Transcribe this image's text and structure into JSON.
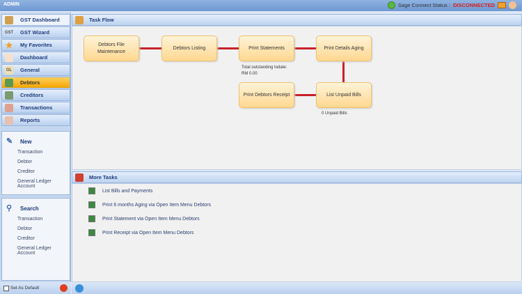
{
  "title": "ADMIN",
  "status": {
    "label": "Sage Connect Status :",
    "value": "DISCONNECTED"
  },
  "nav": [
    {
      "label": "GST Dashboard",
      "icon": "GST"
    },
    {
      "label": "GST Wizard",
      "icon": "GST"
    },
    {
      "label": "My Favorites"
    },
    {
      "label": "Dashboard"
    },
    {
      "label": "General",
      "icon": "GL"
    },
    {
      "label": "Debtors"
    },
    {
      "label": "Creditors"
    },
    {
      "label": "Transactions"
    },
    {
      "label": "Reports"
    }
  ],
  "new_panel": {
    "title": "New",
    "items": [
      "Transaction",
      "Debtor",
      "Creditor",
      "General Ledger Account"
    ]
  },
  "search_panel": {
    "title": "Search",
    "items": [
      "Transaction",
      "Debtor",
      "Creditor",
      "General Ledger Account"
    ]
  },
  "set_default": "Set As Default",
  "task_flow": {
    "title": "Task Flow",
    "boxes": [
      "Debtors File Maintenance",
      "Debtors Listing",
      "Print Statements",
      "Print Details Aging",
      "List Unpaid Bills",
      "Print Debtors Receipt"
    ],
    "outstanding_label": "Total outstanding todate:",
    "outstanding_value": "RM 0.00",
    "unpaid": "0 Unpaid Bills"
  },
  "more_tasks": {
    "title": "More Tasks",
    "items": [
      "List Bills and Payments",
      "Print 6 months Aging via Open Item Menu Debtors",
      "Print Statement via Open Item Menu Debtors",
      "Print Receipt via Open Item Menu Debtors"
    ]
  }
}
